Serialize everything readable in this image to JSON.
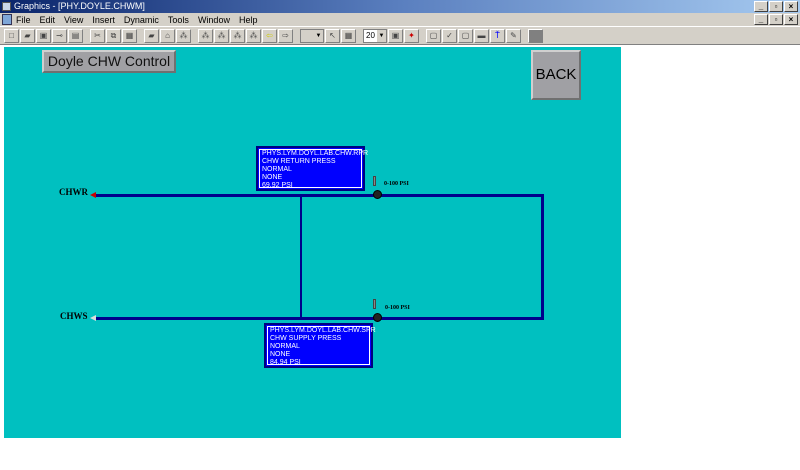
{
  "window": {
    "title": "Graphics - [PHY.DOYLE.CHWM]"
  },
  "menu": [
    "File",
    "Edit",
    "View",
    "Insert",
    "Dynamic",
    "Tools",
    "Window",
    "Help"
  ],
  "toolbar": {
    "zoom_value": "20"
  },
  "canvas": {
    "title_button": "Doyle CHW Control",
    "back_button": "BACK",
    "chwr_label": "CHWR",
    "chws_label": "CHWS",
    "return_gauge": {
      "range": "0-100 PSI"
    },
    "supply_gauge": {
      "range": "0-100 PSI"
    },
    "return_point": {
      "name": "PHYS.LYM.DOYL.LAB.CHW.RPR",
      "description": "CHW RETURN PRESS",
      "status": "NORMAL",
      "priority": "NONE",
      "value": "69.92 PSI"
    },
    "supply_point": {
      "name": "PHYS.LYM.DOYL.LAB.CHW.SPR",
      "description": "CHW SUPPLY PRESS",
      "status": "NORMAL",
      "priority": "NONE",
      "value": "84.94 PSI"
    }
  },
  "colors": {
    "canvas": "#00c0c0",
    "pipe": "#00008b",
    "point_box": "#0000ff"
  }
}
